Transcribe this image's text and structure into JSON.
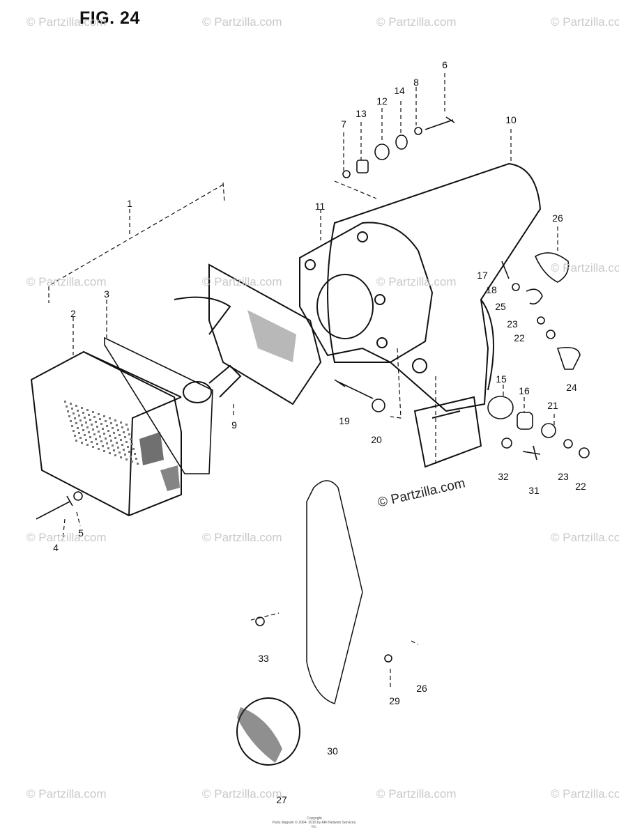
{
  "figure": {
    "title": "FIG. 24"
  },
  "watermark": {
    "text": "© Partzilla.com"
  },
  "copyright": {
    "line1": "Copyright",
    "line2": "Parts diagram © 2004- 2015 by ARI Network Services, Inc."
  },
  "callouts": [
    "1",
    "2",
    "3",
    "4",
    "5",
    "6",
    "7",
    "8",
    "9",
    "10",
    "11",
    "12",
    "13",
    "14",
    "15",
    "16",
    "17",
    "18",
    "19",
    "20",
    "21",
    "22",
    "23",
    "24",
    "25",
    "26",
    "31",
    "32",
    "23",
    "22",
    "26",
    "29",
    "30",
    "33",
    "27"
  ]
}
